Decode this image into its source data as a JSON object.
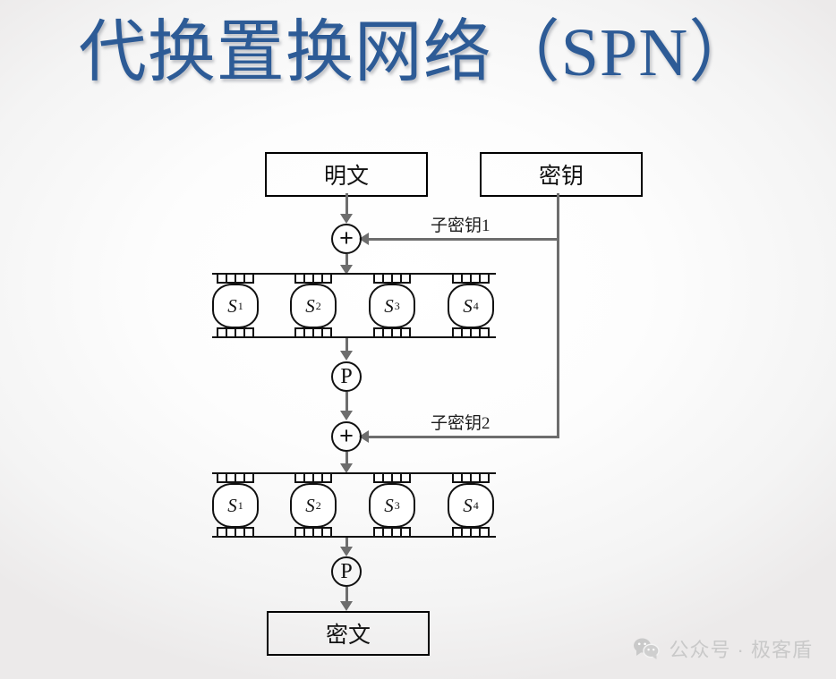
{
  "slide": {
    "title": "代换置换网络（SPN）",
    "title_color": "#2d5b96",
    "background": "#f2f2f2"
  },
  "diagram": {
    "boxes": [
      {
        "id": "plaintext",
        "label": "明文"
      },
      {
        "id": "key",
        "label": "密钥"
      },
      {
        "id": "ciphertext",
        "label": "密文"
      }
    ],
    "nodes": [
      {
        "id": "xor1",
        "label": "+",
        "kind": "xor"
      },
      {
        "id": "perm1",
        "label": "P",
        "kind": "permutation"
      },
      {
        "id": "xor2",
        "label": "+",
        "kind": "xor"
      },
      {
        "id": "perm2",
        "label": "P",
        "kind": "permutation"
      }
    ],
    "edge_labels": [
      {
        "id": "subkey1",
        "label": "子密钥1"
      },
      {
        "id": "subkey2",
        "label": "子密钥2"
      }
    ],
    "sbox_rows": [
      {
        "id": "sbox-row-1",
        "boxes": [
          {
            "name": "S",
            "index": "1"
          },
          {
            "name": "S",
            "index": "2"
          },
          {
            "name": "S",
            "index": "3"
          },
          {
            "name": "S",
            "index": "4"
          }
        ]
      },
      {
        "id": "sbox-row-2",
        "boxes": [
          {
            "name": "S",
            "index": "1"
          },
          {
            "name": "S",
            "index": "2"
          },
          {
            "name": "S",
            "index": "3"
          },
          {
            "name": "S",
            "index": "4"
          }
        ]
      }
    ],
    "line_color": "#6d6d6d",
    "stroke_color": "#111111"
  },
  "watermark": {
    "icon": "wechat-icon",
    "text": "公众号 · 极客盾",
    "color": "#c9c9c9"
  }
}
